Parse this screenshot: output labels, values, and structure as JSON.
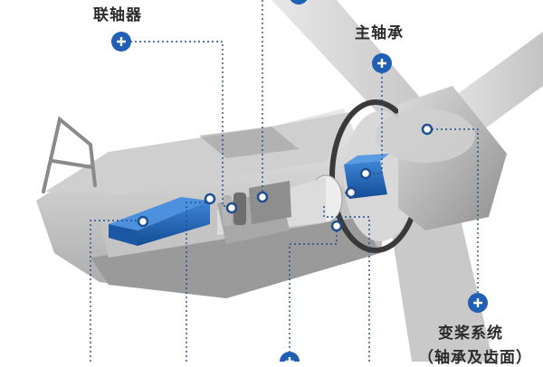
{
  "labels": {
    "coupling": "联轴器",
    "main_bearing": "主轴承",
    "pitch_system": "变桨系统",
    "pitch_system_sub": "（轴承及齿面）"
  },
  "colors": {
    "accent": "#1f5fb4",
    "accent_dark": "#123e7a",
    "nacelle_light": "#e3e3e3",
    "nacelle_mid": "#bdbdbd",
    "nacelle_dark": "#7d7d7d",
    "blade": "#d9d9d9",
    "line": "#1f4f8f"
  },
  "icons": {
    "hotspot": "plus-circle-icon",
    "marker": "dot-marker-icon"
  }
}
